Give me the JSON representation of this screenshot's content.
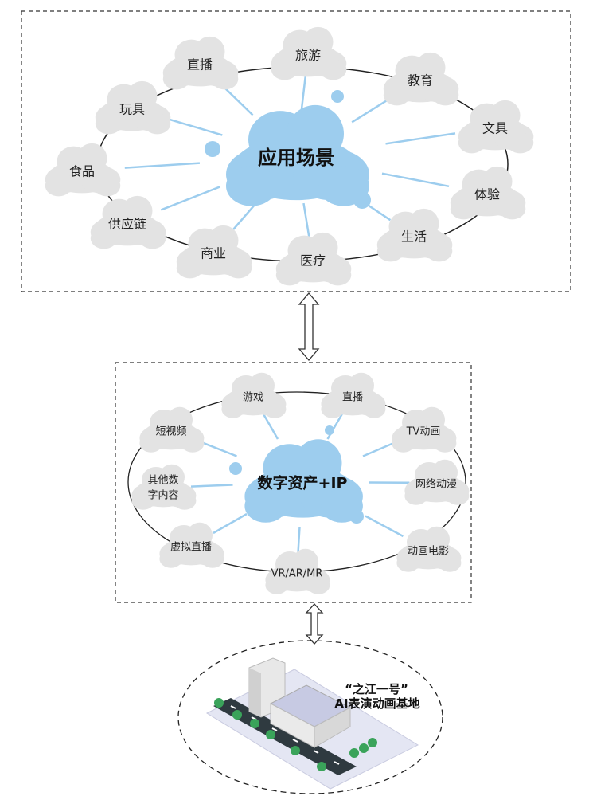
{
  "top": {
    "center": "应用场景",
    "items": [
      "直播",
      "旅游",
      "教育",
      "文具",
      "体验",
      "生活",
      "医疗",
      "商业",
      "供应链",
      "食品",
      "玩具"
    ]
  },
  "middle": {
    "center": "数字资产+IP",
    "items": [
      "游戏",
      "直播",
      "TV动画",
      "网络动漫",
      "动画电影",
      "VR/AR/MR",
      "虚拟直播",
      "其他数",
      "字内容",
      "短视频"
    ]
  },
  "bottom": {
    "title_line1": "“之江一号”",
    "title_line2": "AI表演动画基地"
  },
  "colors": {
    "cloud_gray": "#e3e3e3",
    "cloud_blue": "#9dcdee",
    "spoke": "#9dcdee"
  }
}
